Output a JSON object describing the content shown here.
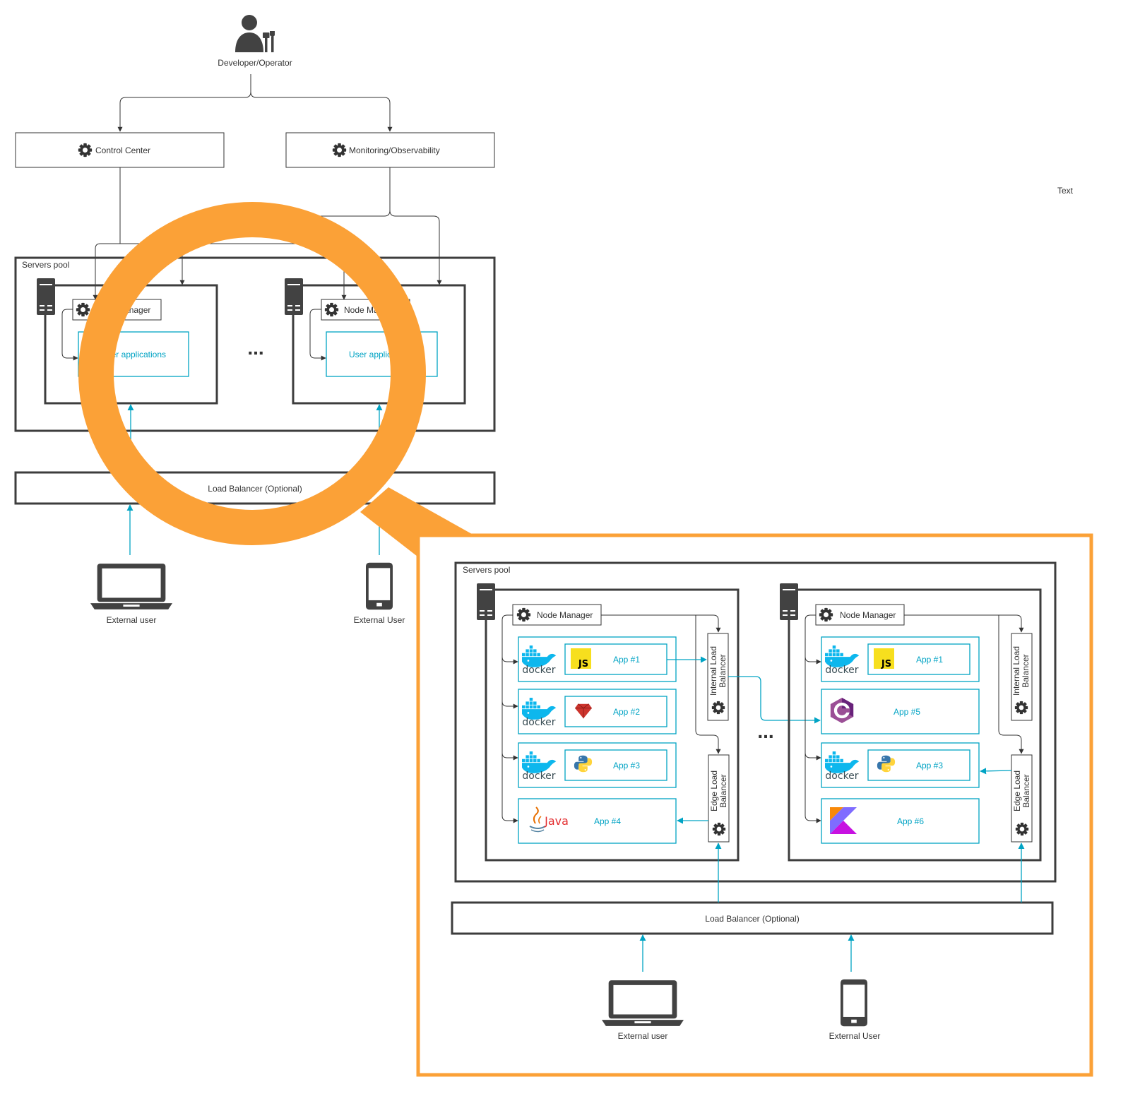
{
  "overview": {
    "developer": "Developer/Operator",
    "control_center": "Control Center",
    "monitoring": "Monitoring/Observability",
    "servers_pool": "Servers pool",
    "node_manager_1": "Node Manager",
    "node_manager_2": "Node Manager",
    "user_apps_1": "User applications",
    "user_apps_2": "User applications",
    "ellipsis": "...",
    "load_balancer": "Load Balancer (Optional)",
    "external_user_laptop": "External user",
    "external_user_phone": "External User",
    "stray_text": "Text"
  },
  "detail": {
    "servers_pool": "Servers pool",
    "ellipsis": "...",
    "load_balancer": "Load Balancer (Optional)",
    "external_user_laptop": "External user",
    "external_user_phone": "External User",
    "node_left": {
      "node_manager": "Node Manager",
      "internal_lb": [
        "Internal Load",
        "Balancer"
      ],
      "edge_lb": [
        "Edge Load",
        "Balancer"
      ],
      "apps": [
        {
          "label": "App #1",
          "runtime": "docker",
          "lang": "JS"
        },
        {
          "label": "App #2",
          "runtime": "docker",
          "lang": "ruby-icon"
        },
        {
          "label": "App #3",
          "runtime": "docker",
          "lang": "python-icon"
        },
        {
          "label": "App #4",
          "runtime": "Java",
          "lang": "java-icon"
        }
      ]
    },
    "node_right": {
      "node_manager": "Node Manager",
      "internal_lb": [
        "Internal Load",
        "Balancer"
      ],
      "edge_lb": [
        "Edge Load",
        "Balancer"
      ],
      "apps": [
        {
          "label": "App #1",
          "runtime": "docker",
          "lang": "JS"
        },
        {
          "label": "App #5",
          "runtime": "",
          "lang": "C#"
        },
        {
          "label": "App #3",
          "runtime": "docker",
          "lang": "python-icon"
        },
        {
          "label": "App #6",
          "runtime": "",
          "lang": "kotlin-icon"
        }
      ]
    }
  },
  "colors": {
    "accent_cyan": "#00a3c4",
    "magnifier_orange": "#fba137",
    "line_dark": "#333333",
    "docker_blue": "#0db7ed",
    "js_yellow": "#f7df1e",
    "ruby_red": "#cc342d",
    "csharp_purple": "#9b4f96"
  }
}
